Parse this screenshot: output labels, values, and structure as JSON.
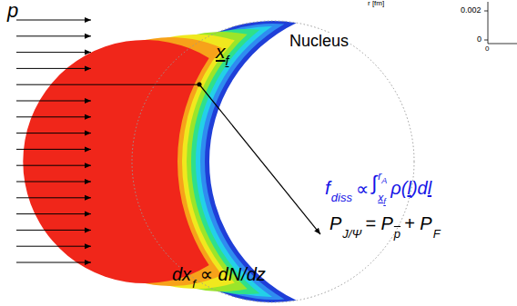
{
  "diagram": {
    "labels": [
      "r [fm]",
      "0.002",
      "0",
      "0",
      "p",
      "Nucleus",
      "x",
      "f",
      "f",
      "diss",
      "∝",
      "∫",
      "r",
      "A",
      "x",
      "f",
      "ρ(",
      "l",
      ")d",
      "l",
      "P",
      "J/Ψ",
      "= P",
      "p",
      "+ P",
      "F",
      "dx",
      "f",
      "∝ dN/dz"
    ]
  }
}
